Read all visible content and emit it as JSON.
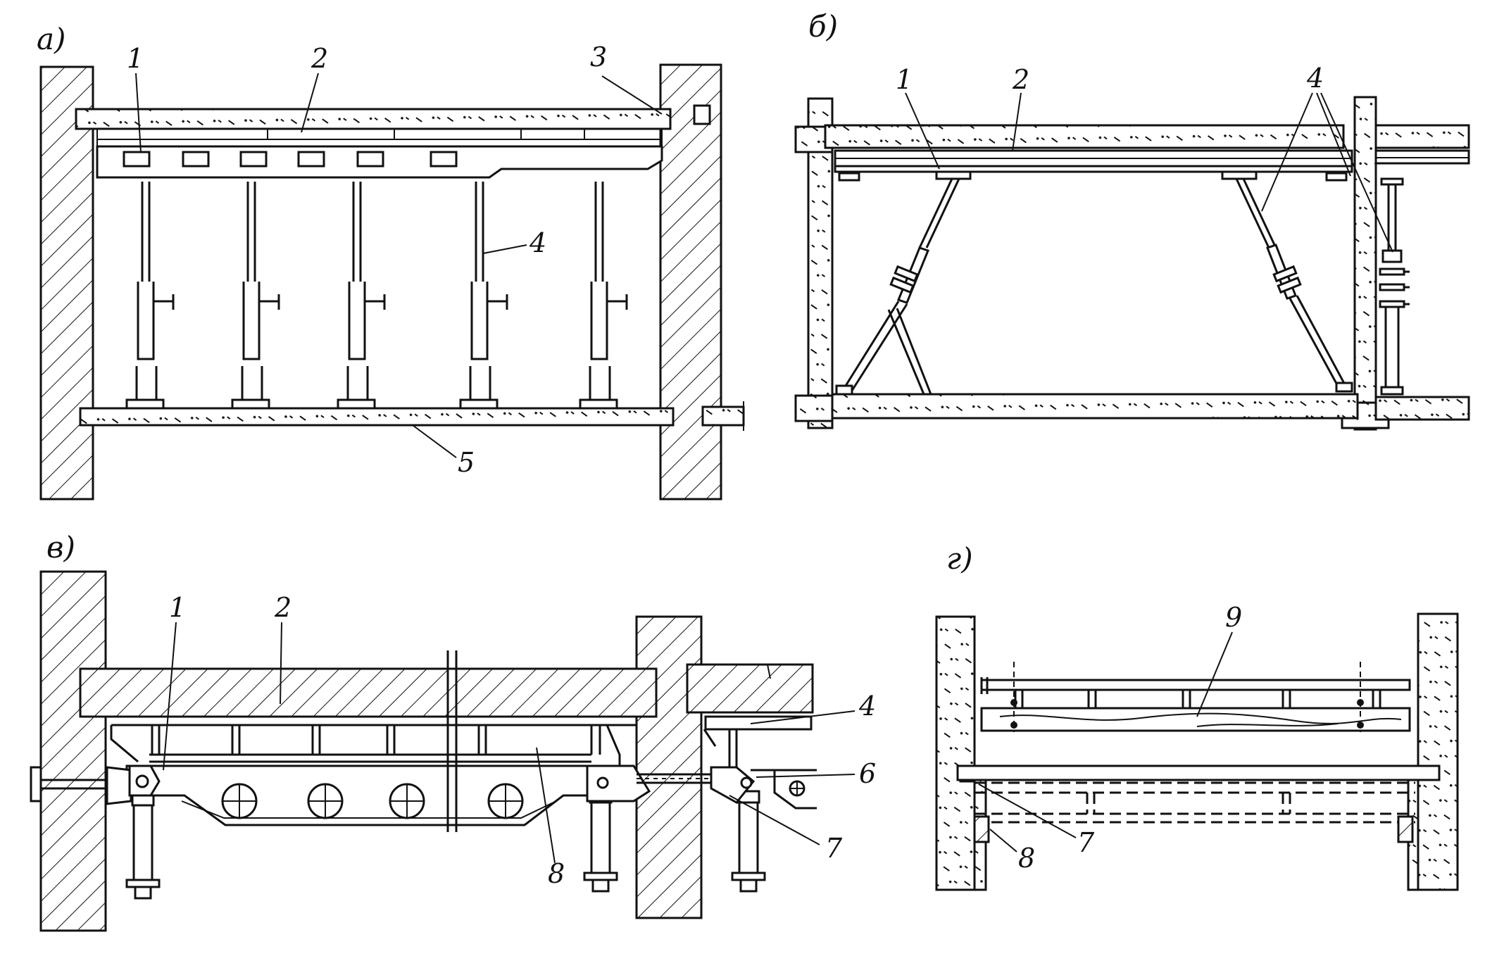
{
  "panels": {
    "a": {
      "label": "а)",
      "callouts": [
        "1",
        "2",
        "3",
        "4",
        "5"
      ]
    },
    "b": {
      "label": "б)",
      "callouts": [
        "1",
        "2",
        "4"
      ]
    },
    "v": {
      "label": "в)",
      "callouts": [
        "1",
        "2",
        "4",
        "6",
        "7",
        "8"
      ]
    },
    "g": {
      "label": "г)",
      "callouts": [
        "9",
        "8",
        "7"
      ]
    }
  }
}
